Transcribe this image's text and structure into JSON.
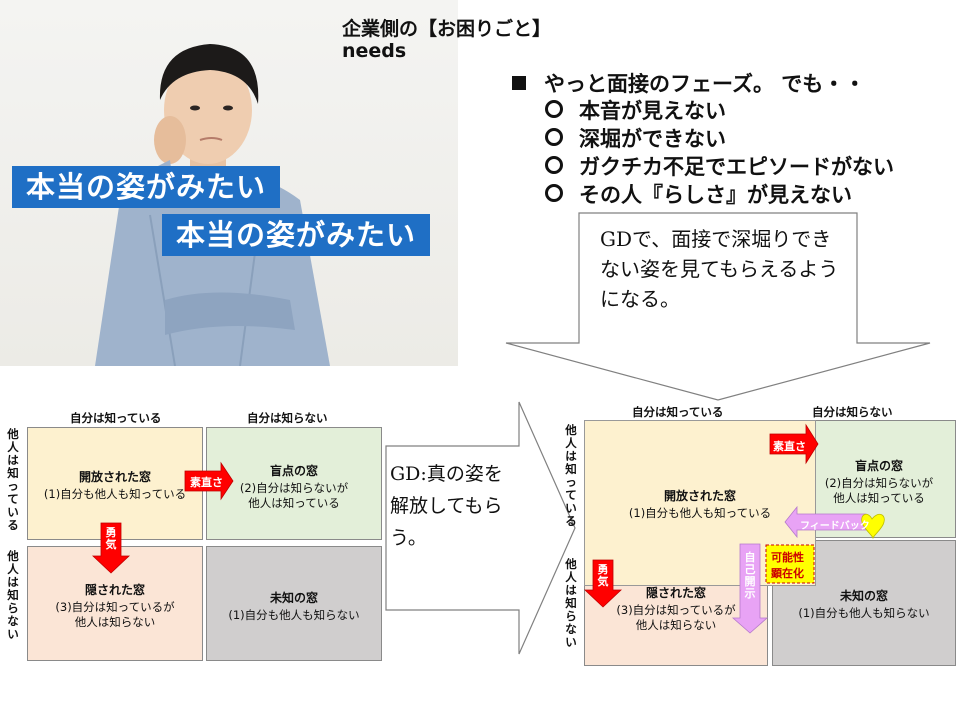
{
  "banner": {
    "line1": "本当の姿がみたい",
    "line2": "本当の姿がみたい"
  },
  "header": {
    "title": "企業側の【お困りごと】",
    "subtitle": "needs"
  },
  "phase": {
    "lead": "やっと面接のフェーズ。 でも・・",
    "items": [
      "本音が見えない",
      "深堀ができない",
      "ガクチカ不足でエピソードがない",
      "その人『らしさ』が見えない"
    ]
  },
  "callout": {
    "line1": "GDで、面接で深堀りでき",
    "line2": "ない姿を見てもらえるよう",
    "line3": "になる。"
  },
  "arrow_text": {
    "line1": "GD:真の姿を",
    "line2": "解放してもらう。"
  },
  "johari": {
    "col_known": "自分は知っている",
    "col_unknown": "自分は知らない",
    "row_known": "他人は知っている",
    "row_unknown": "他人は知らない",
    "open": {
      "title": "開放された窓",
      "desc": "(1)自分も他人も知っている"
    },
    "blind": {
      "title": "盲点の窓",
      "desc1": "(2)自分は知らないが",
      "desc2": "他人は知っている"
    },
    "hidden": {
      "title": "隠された窓",
      "desc1": "(3)自分は知っているが",
      "desc2": "他人は知らない"
    },
    "unknown": {
      "title": "未知の窓",
      "desc": "(1)自分も他人も知らない"
    },
    "sunao": "素直さ",
    "yuki": "勇気"
  },
  "johari2": {
    "feedback": "フィードバック",
    "self_disclosure": "自己開示",
    "potential1": "可能性",
    "potential2": "顕在化"
  },
  "colors": {
    "banner": "#1f6fc5",
    "red_arrow": "#ff0000",
    "purple_arrow": "#e8a3f5",
    "potential_box": "#ffff00"
  }
}
